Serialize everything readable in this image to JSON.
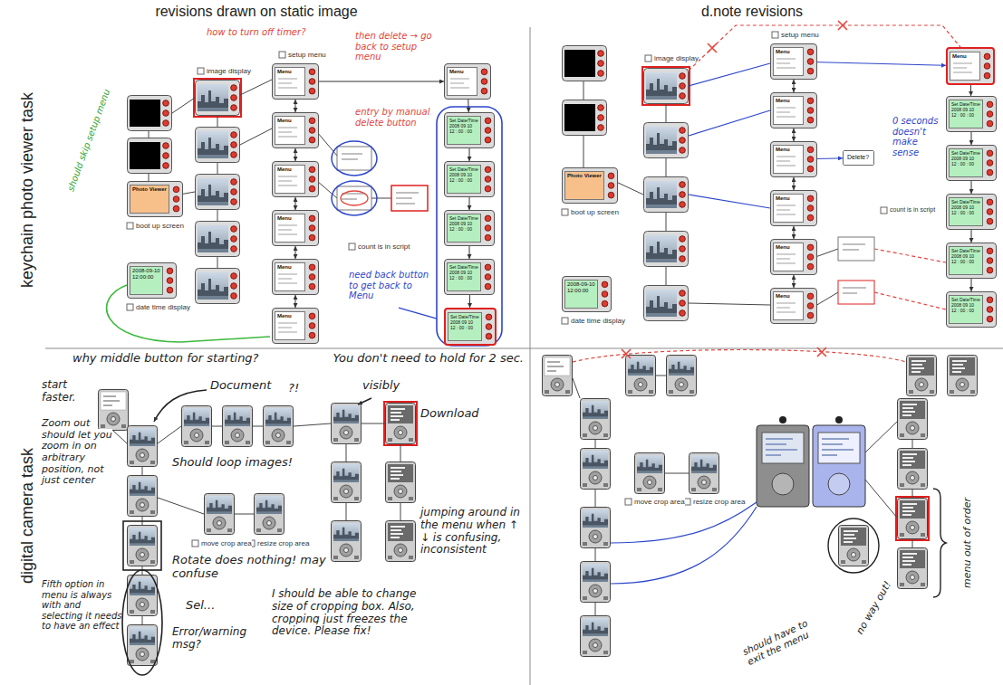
{
  "diagram": {
    "nodes": [
      {
        "text": [
          "Photo Viewer"
        ]
      },
      {
        "text": [
          "2008-09-10",
          "12:00:00"
        ]
      },
      {
        "text": [
          "Menu"
        ]
      },
      {
        "text": [
          "Menu"
        ]
      },
      {
        "text": [
          "Menu"
        ]
      },
      {
        "text": [
          "Menu"
        ]
      },
      {
        "text": [
          "Menu"
        ]
      },
      {
        "text": [
          "Menu"
        ]
      },
      {
        "text": [
          "Menu"
        ]
      },
      {
        "text": [
          "Set Date/Time",
          "2008 09 10",
          "12 : 00 : 00"
        ]
      },
      {
        "text": [
          "Set Date/Time",
          "2008 09 10",
          "12 : 00 : 00"
        ]
      },
      {
        "text": [
          "Set Date/Time",
          "2008 09 10",
          "12 : 00 : 00"
        ]
      },
      {
        "text": [
          "Set Date/Time",
          "2008 09 10",
          "12 : 00 : 00"
        ]
      },
      {
        "text": [
          "Set Date/Time",
          "2008 09 10",
          "12 : 00 : 00"
        ]
      },
      {
        "text": [
          "Photo Viewer"
        ]
      },
      {
        "text": [
          "2008-09-10",
          "12:00:00"
        ]
      },
      {
        "text": [
          "Menu"
        ]
      },
      {
        "text": [
          "Menu"
        ]
      },
      {
        "text": [
          "Menu"
        ]
      },
      {
        "text": [
          "Menu"
        ]
      },
      {
        "text": [
          "Menu"
        ]
      },
      {
        "text": [
          "Menu"
        ]
      },
      {
        "text": [
          "Delete?"
        ]
      },
      {
        "text": [
          "Menu"
        ]
      },
      {
        "text": [
          "Set Date/Time",
          "2008 09 10",
          "12 : 00 : 00"
        ]
      },
      {
        "text": [
          "Set Date/Time",
          "2008 09 10",
          "12 : 00 : 00"
        ]
      },
      {
        "text": [
          "Set Date/Time",
          "2008 09 10",
          "12 : 00 : 00"
        ]
      },
      {
        "text": [
          "Set Date/Time",
          "2008 09 10",
          "12 : 00 : 00"
        ]
      },
      {
        "text": [
          "Set Date/Time",
          "2008 09 10",
          "12 : 00 : 00"
        ]
      }
    ],
    "edges": [
      {
        "from": 2,
        "to": 3,
        "arrow": "both"
      },
      {
        "from": 3,
        "to": 4,
        "arrow": "both"
      },
      {
        "from": 4,
        "to": 5,
        "arrow": "both"
      },
      {
        "from": 5,
        "to": 6,
        "arrow": "both"
      },
      {
        "from": 6,
        "to": 7,
        "arrow": "both"
      },
      {
        "from": 2,
        "to": 8,
        "arrow": "to"
      },
      {
        "from": 8,
        "to": 9,
        "arrow": "to"
      },
      {
        "from": 9,
        "to": 10,
        "arrow": "to"
      },
      {
        "from": 10,
        "to": 11,
        "arrow": "to"
      },
      {
        "from": 11,
        "to": 12,
        "arrow": "to"
      },
      {
        "from": 12,
        "to": 13,
        "arrow": "to"
      },
      {
        "from": 16,
        "to": 17,
        "arrow": "both"
      },
      {
        "from": 17,
        "to": 18,
        "arrow": "both"
      },
      {
        "from": 18,
        "to": 19,
        "arrow": "both"
      },
      {
        "from": 19,
        "to": 20,
        "arrow": "both"
      },
      {
        "from": 20,
        "to": 21,
        "arrow": "both"
      },
      {
        "from": 16,
        "to": 23,
        "arrow": "to"
      },
      {
        "from": 18,
        "to": 22,
        "arrow": "to"
      },
      {
        "from": 23,
        "to": 24,
        "arrow": "to"
      },
      {
        "from": 24,
        "to": 25,
        "arrow": "to"
      },
      {
        "from": 25,
        "to": 26,
        "arrow": "to"
      },
      {
        "from": 26,
        "to": 27,
        "arrow": "to"
      },
      {
        "from": 27,
        "to": 28,
        "arrow": "to"
      }
    ],
    "labels": [
      "revisions drawn on static image",
      "d.note revisions",
      "keychain photo viewer task",
      "digital camera task",
      "image display",
      "setup menu",
      "boot up screen",
      "date time display",
      "count is in script",
      "image display",
      "setup menu",
      "boot up screen",
      "date time display",
      "count is in script",
      "move crop area",
      "resize crop area",
      "move crop area",
      "resize crop area",
      "how to turn off timer?",
      "should skip setup menu",
      "then delete → go back to setup menu",
      "entry by manual delete button",
      "need back button to get back to Menu",
      "0 seconds doesn't make sense",
      "why middle button for starting?",
      "You don't need to hold for 2 sec.",
      "Document",
      "visibly",
      "start faster.",
      "Zoom out should let you zoom in on arbitrary position, not just center",
      "Rotate does nothing! may confuse",
      "Fifth option in menu is always with and selecting it needs to have an effect",
      "Error/warning msg?",
      "Sel...",
      "I should be able to change size of cropping box. Also, cropping just freezes the device. Please fix!",
      "jumping around in the menu when ↑ ↓ is confusing, inconsistent",
      "Download",
      "?!",
      "Should loop images!",
      "no way out!",
      "should have to exit the menu",
      "menu out of order"
    ]
  }
}
